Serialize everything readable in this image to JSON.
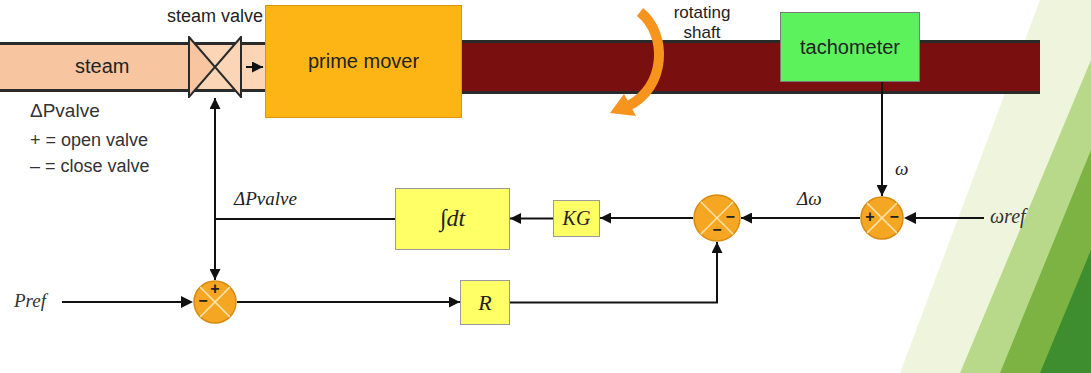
{
  "diagram": {
    "nodes": [
      {
        "text": [
          "steam"
        ]
      },
      {
        "text": [
          "steam valve"
        ]
      },
      {
        "text": [
          "prime mover"
        ]
      },
      {
        "text": [
          "rotating shaft"
        ]
      },
      {
        "text": [
          "tachometer"
        ]
      },
      {
        "text": [
          "∫dt"
        ]
      },
      {
        "text": [
          "KG"
        ]
      },
      {
        "text": [
          "−",
          "−"
        ]
      },
      {
        "text": [
          "+",
          "−"
        ]
      },
      {
        "text": [
          "+",
          "−"
        ]
      },
      {
        "text": [
          "R"
        ]
      }
    ],
    "edges": [
      {
        "from": 1,
        "to": 2,
        "arrow": "to"
      },
      {
        "from": 4,
        "to": 8,
        "label": "ω",
        "arrow": "to"
      },
      {
        "from": 8,
        "to": 7,
        "label": "Δω",
        "arrow": "to"
      },
      {
        "from": 7,
        "to": 6,
        "arrow": "to"
      },
      {
        "from": 6,
        "to": 5,
        "arrow": "to"
      },
      {
        "from": 5,
        "to": 1,
        "label": "ΔPvalve",
        "arrow": "to"
      },
      {
        "from": 5,
        "to": 9,
        "arrow": "to"
      },
      {
        "from": 9,
        "to": 10,
        "arrow": "to"
      },
      {
        "from": 10,
        "to": 7,
        "arrow": "to"
      }
    ],
    "labels": [
      "ΔPvalve",
      "+ = open valve",
      "– = close valve",
      "ωref",
      "Pref"
    ]
  }
}
